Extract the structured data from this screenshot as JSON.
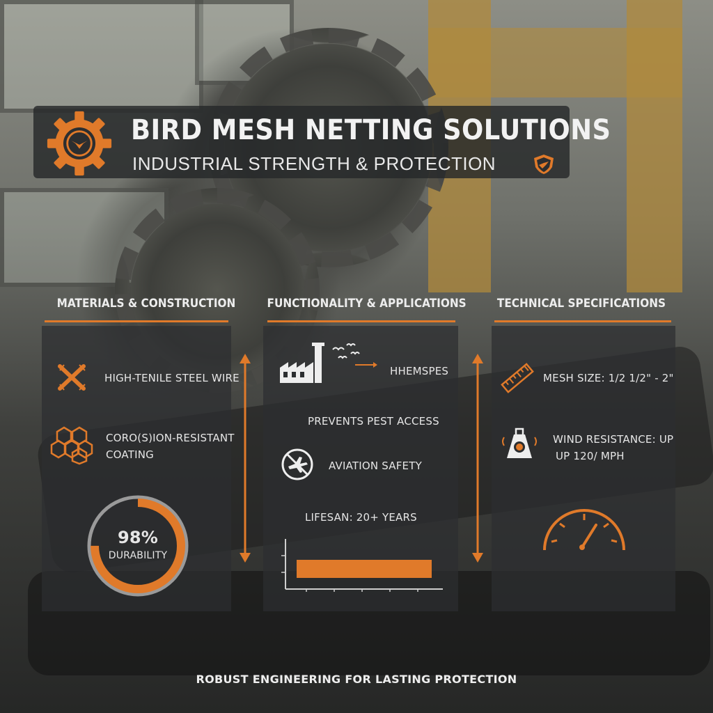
{
  "header": {
    "title": "BIRD MESH NETTING SOLUTIONS",
    "subtitle": "INDUSTRIAL STRENGTH & PROTECTION"
  },
  "columns": {
    "materials": {
      "heading": "MATERIALS & CONSTRUCTION",
      "items": [
        "HIGH-TENILE STEEL WIRE",
        "CORO(S)ION-RESISTANT",
        "COATING"
      ],
      "durability": {
        "value_label": "98%",
        "label": "DURABILITY",
        "fraction": 0.75
      }
    },
    "functionality": {
      "heading": "FUNCTIONALITY & APPLICATIONS",
      "items": [
        "HHEMSPES",
        "PREVENTS PEST ACCESS",
        "AVIATION SAFETY",
        "LIFESAN: 20+ YEARS"
      ]
    },
    "technical": {
      "heading": "TECHNICAL SPECIFICATIONS",
      "items": [
        "MESH SIZE: 1/2 1/2\" - 2\"",
        "WIND RESISTANCE: UP",
        "UP 120/ MPH"
      ]
    }
  },
  "footer": {
    "text": "ROBUST ENGINEERING FOR LASTING PROTECTION"
  },
  "colors": {
    "accent": "#e07a2a",
    "panel": "#2c2e30",
    "text": "#ededed"
  },
  "icons": [
    "gear-bird-logo-icon",
    "shield-bird-icon",
    "crossed-tools-icon",
    "hexagon-cluster-icon",
    "factory-icon",
    "birds-icon",
    "no-aircraft-icon",
    "bar-chart-icon",
    "ruler-icon",
    "weight-icon",
    "gauge-icon"
  ]
}
